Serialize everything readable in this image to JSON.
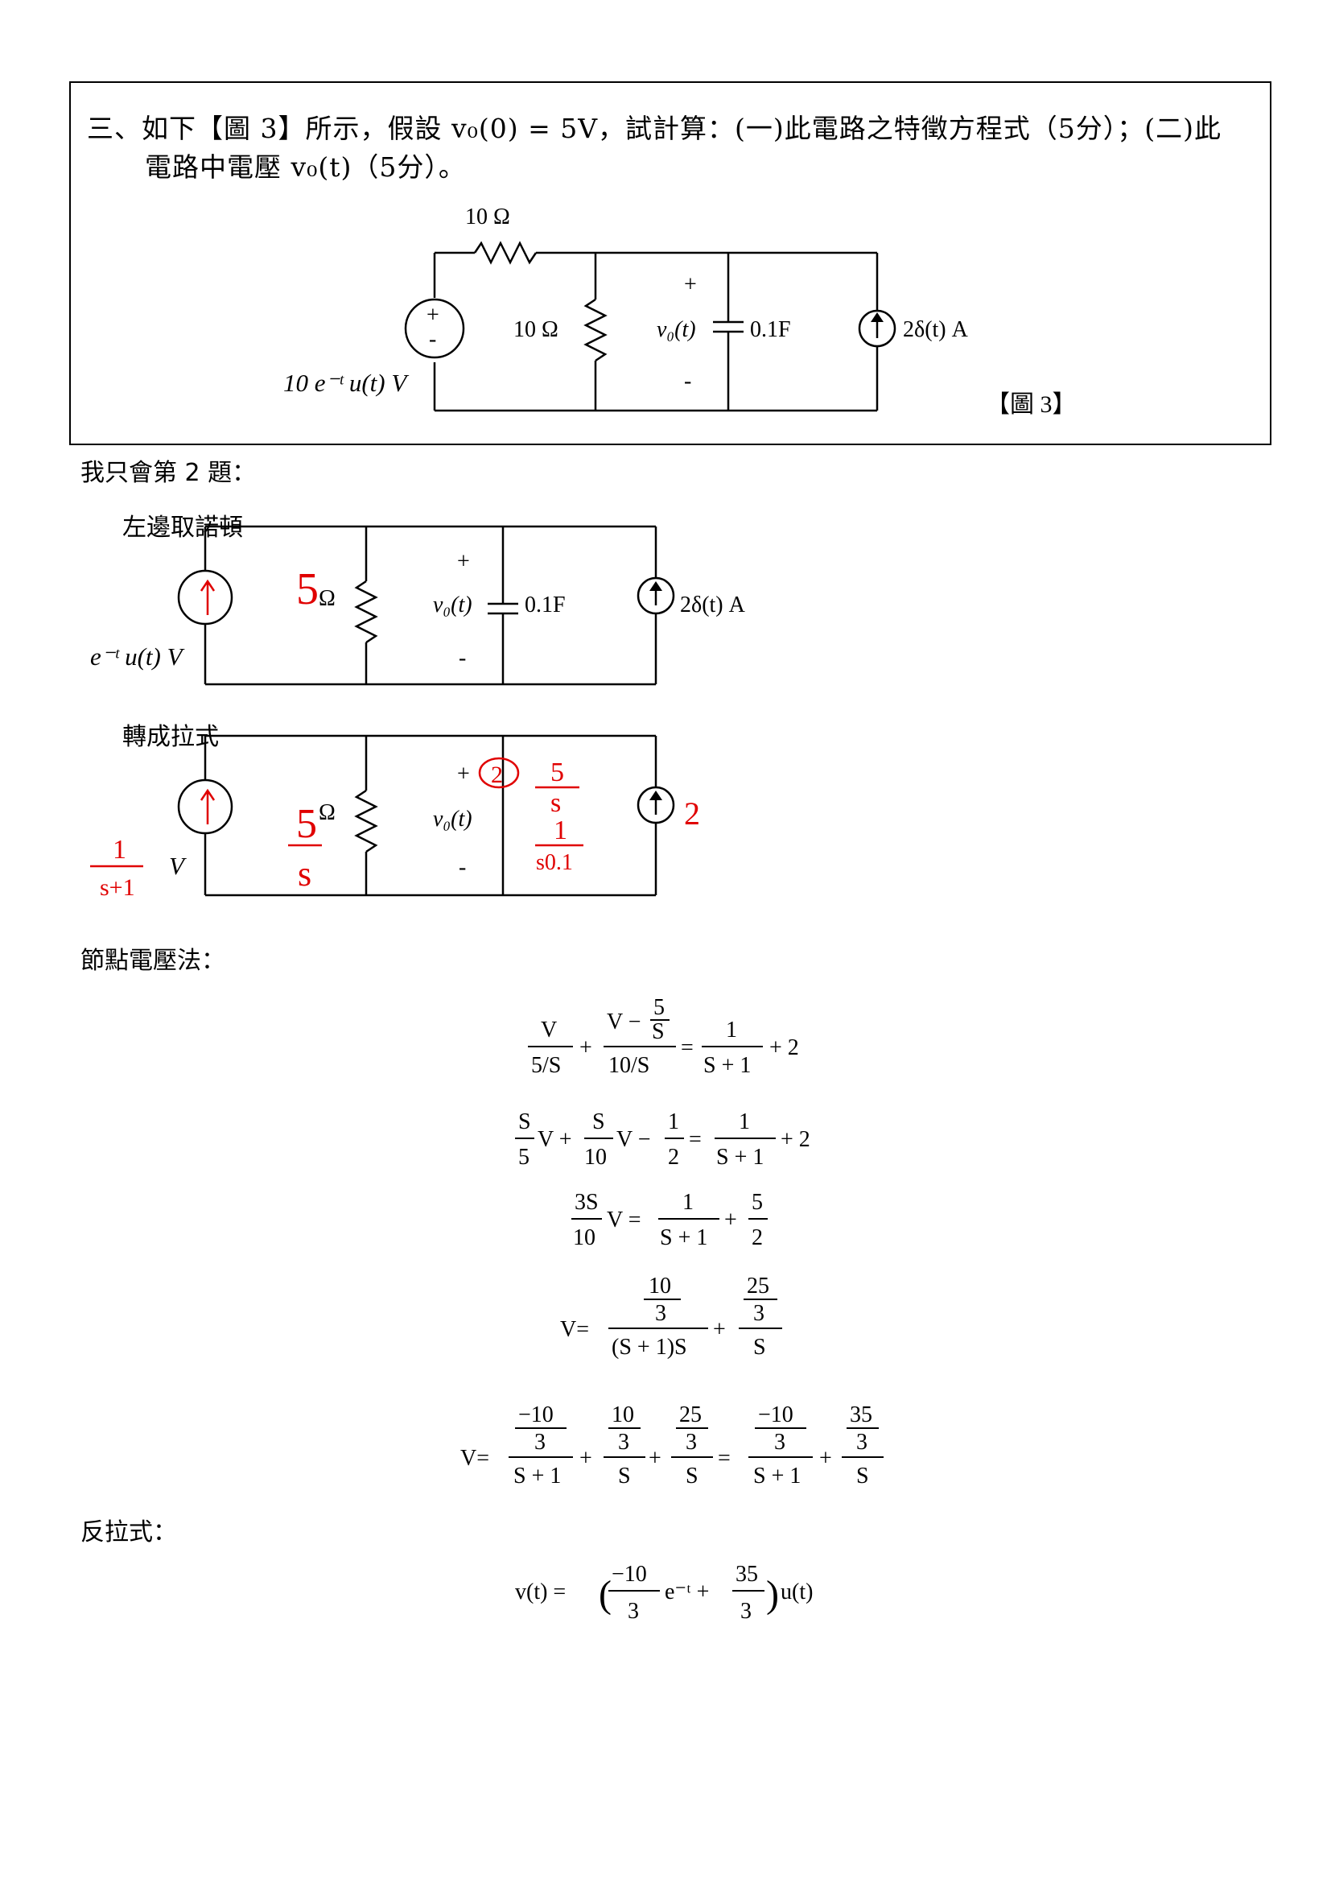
{
  "question": {
    "line1": "三、如下【圖 3】所示，假設 v₀(0) = 5V，試計算：(一)此電路之特徵方程式（5分）；(二)此",
    "line2": "電路中電壓 v₀(t)（5分）。",
    "fig": {
      "r_top": "10 Ω",
      "r_mid": "10 Ω",
      "plus": "+",
      "minus": "-",
      "vsrc_plus": "+",
      "vsrc_minus": "-",
      "vo_label": "v₀(t)",
      "cap_value": "0.1F",
      "current_src": "2δ(t) A",
      "vsrc_value": "10 e⁻ᵗ u(t) V",
      "fig_label": "【圖 3】"
    }
  },
  "intro": "我只會第 2 題：",
  "fig2": {
    "caption": "左邊取諾頓",
    "r_unit": "Ω",
    "r_hand": "5",
    "plus": "+",
    "minus": "-",
    "vo_label": "v₀(t)",
    "cap_value": "0.1F",
    "current_src": "2δ(t) A",
    "src_value": "e⁻ᵗ u(t) V"
  },
  "fig3": {
    "caption": "轉成拉式",
    "r_unit": "Ω",
    "r_hand_num": "5",
    "r_hand_den": "s",
    "plus": "+",
    "minus": "-",
    "vo_label": "v₀(t)",
    "hand_circle": "2",
    "hand_cap_top_num": "5",
    "hand_cap_top_den": "s",
    "hand_cap_bot_num": "1",
    "hand_cap_bot_den": "s0.1",
    "hand_current": "2",
    "src_num": "1",
    "src_den": "s+1",
    "src_unit": "V"
  },
  "node_heading": "節點電壓法：",
  "eq": {
    "e1": {
      "a_num": "V",
      "a_den": "5/S",
      "plus": "+",
      "b_num_a": "V −",
      "b_num_frac_num": "5",
      "b_num_frac_den": "S",
      "b_den": "10/S",
      "eq": "=",
      "c_num": "1",
      "c_den": "S + 1",
      "tail": "+ 2"
    },
    "e2": {
      "a_num": "S",
      "a_den": "5",
      "a_var": "V +",
      "b_num": "S",
      "b_den": "10",
      "b_var": "V −",
      "c_num": "1",
      "c_den": "2",
      "eq": "=",
      "d_num": "1",
      "d_den": "S + 1",
      "tail": "+ 2"
    },
    "e3": {
      "a_num": "3S",
      "a_den": "10",
      "a_var": "V =",
      "b_num": "1",
      "b_den": "S + 1",
      "plus": "+",
      "c_num": "5",
      "c_den": "2"
    },
    "e4": {
      "lhs": "V=",
      "a_num_num": "10",
      "a_num_den": "3",
      "a_den": "(S + 1)S",
      "plus": "+",
      "b_num_num": "25",
      "b_num_den": "3",
      "b_den": "S"
    },
    "e5": {
      "lhs": "V=",
      "t1_nn": "−10",
      "t1_nd": "3",
      "t1_d": "S + 1",
      "p1": "+",
      "t2_nn": "10",
      "t2_nd": "3",
      "t2_d": "S",
      "p2": "+",
      "t3_nn": "25",
      "t3_nd": "3",
      "t3_d": "S",
      "eq": "=",
      "t4_nn": "−10",
      "t4_nd": "3",
      "t4_d": "S + 1",
      "p3": "+",
      "t5_nn": "35",
      "t5_nd": "3",
      "t5_d": "S"
    }
  },
  "inverse_heading": "反拉式：",
  "final": {
    "lhs": "v(t) = ",
    "a_num": "−10",
    "a_den": "3",
    "exp": "e⁻ᵗ +",
    "b_num": "35",
    "b_den": "3",
    "tail": "u(t)"
  }
}
